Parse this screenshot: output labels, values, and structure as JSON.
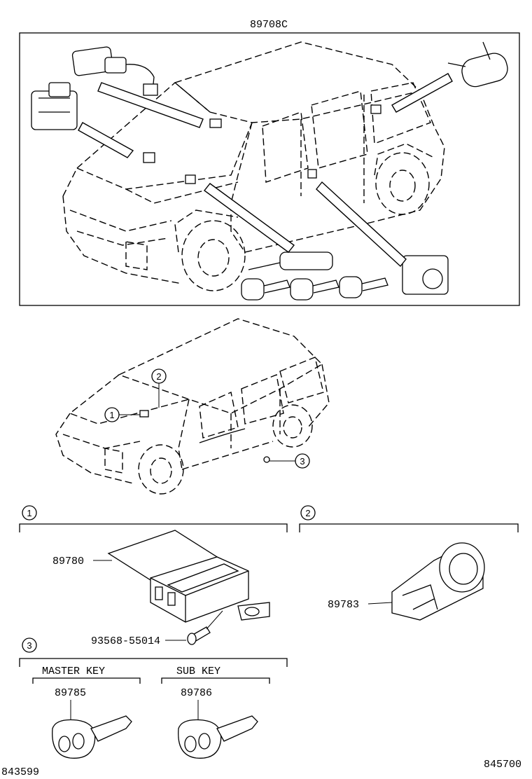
{
  "top_panel": {
    "title": "89708C"
  },
  "callouts": {
    "c1": "1",
    "c2": "2",
    "c3": "3"
  },
  "section1": {
    "number": "1",
    "part_ecu": "89780",
    "part_bolt": "93568-55014"
  },
  "section2": {
    "number": "2",
    "part_coil": "89783"
  },
  "section3": {
    "number": "3",
    "master_key_label": "MASTER KEY",
    "master_key_part": "89785",
    "sub_key_label": "SUB KEY",
    "sub_key_part": "89786"
  },
  "footer": {
    "left_code": "843599",
    "right_code": "845700"
  }
}
